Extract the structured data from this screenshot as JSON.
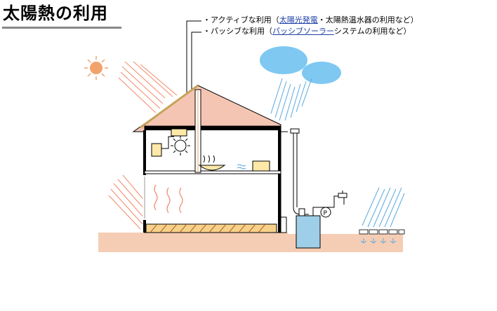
{
  "title": "太陽熱の利用",
  "legend": {
    "active": {
      "prefix": "・アクティブな利用（",
      "link": "太陽光発電",
      "suffix": "・太陽熱温水器の利用など）"
    },
    "passive": {
      "prefix": "・パッシブな利用（",
      "link": "パッシブソーラー",
      "suffix": "システムの利用など）"
    }
  },
  "colors": {
    "roof": "#f5c5b4",
    "ground": "#f5cdb4",
    "sun": "#f2a36b",
    "rays": "#f28a6b",
    "cloud": "#7ec8f2",
    "rain": "#5aa8e0",
    "tank": "#9fcfe8",
    "link": "#1b3fa6"
  }
}
